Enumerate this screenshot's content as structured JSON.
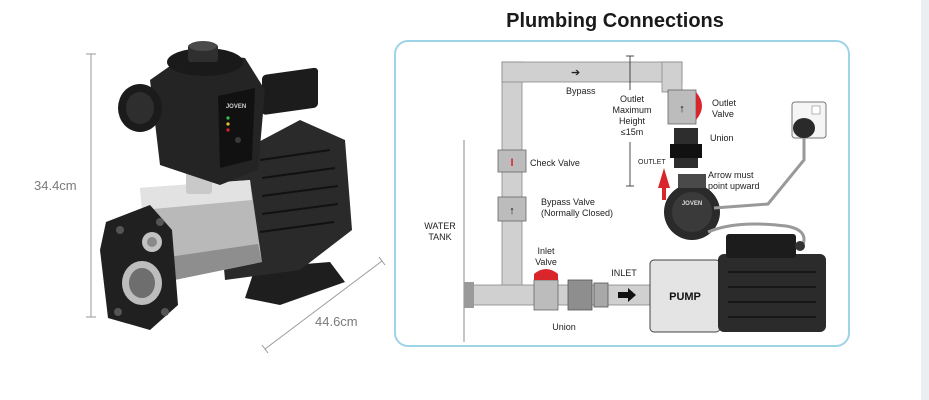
{
  "title": "Plumbing Connections",
  "dimensions": {
    "height": "34.4cm",
    "length": "44.6cm"
  },
  "product": {
    "brand_mark": "JOVEN"
  },
  "diagram": {
    "labels": {
      "bypass": "Bypass",
      "outlet_max_1": "Outlet",
      "outlet_max_2": "Maximum",
      "outlet_max_3": "Height",
      "outlet_max_4": "≤15m",
      "outlet_valve_1": "Outlet",
      "outlet_valve_2": "Valve",
      "union_top": "Union",
      "outlet": "OUTLET",
      "arrow_note_1": "Arrow must",
      "arrow_note_2": "point upward",
      "check_valve": "Check Valve",
      "bypass_valve_1": "Bypass Valve",
      "bypass_valve_2": "(Normally Closed)",
      "water_tank_1": "WATER",
      "water_tank_2": "TANK",
      "inlet_valve_1": "Inlet",
      "inlet_valve_2": "Valve",
      "inlet": "INLET",
      "pump": "PUMP",
      "union_bottom": "Union"
    }
  },
  "colors": {
    "panel_border": "#9fd3e6",
    "valve_red": "#d9262b",
    "pipe": "#cfcfcf"
  }
}
